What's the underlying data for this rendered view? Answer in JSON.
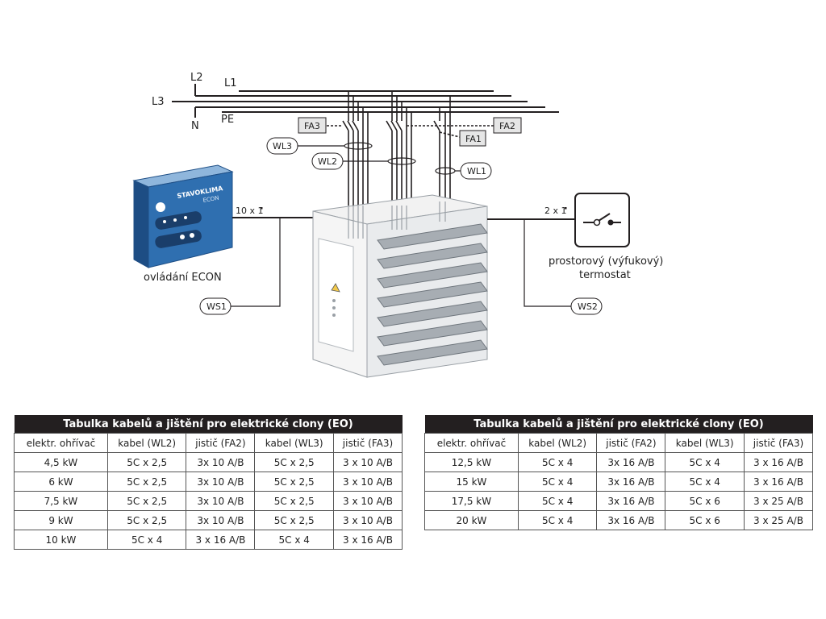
{
  "diagram": {
    "lines": {
      "l1": "L1",
      "l2": "L2",
      "l3": "L3",
      "n": "N",
      "pe": "PE"
    },
    "breakers": {
      "fa1": "FA1",
      "fa2": "FA2",
      "fa3": "FA3"
    },
    "cables": {
      "wl1": "WL1",
      "wl2": "WL2",
      "wl3": "WL3",
      "ws1": "WS1",
      "ws2": "WS2"
    },
    "cable_counts": {
      "control": "10 x 1",
      "thermostat": "2 x 1"
    },
    "controller": {
      "brand": "STAVOKLIMA",
      "model": "ECON",
      "caption": "ovládání ECON"
    },
    "thermostat": {
      "caption_line1": "prostorový (výfukový)",
      "caption_line2": "termostat"
    },
    "colors": {
      "line": "#231f20",
      "controller_blue": "#2f6fb0",
      "breaker_fill": "#e6e6e6",
      "unit_grey": "#9aa0a6"
    }
  },
  "tables": [
    {
      "title": "Tabulka kabelů a jištění pro elektrické clony (EO)",
      "headers": [
        "elektr. ohřívač",
        "kabel (WL2)",
        "jistič (FA2)",
        "kabel (WL3)",
        "jistič (FA3)"
      ],
      "rows": [
        [
          "4,5 kW",
          "5C x 2,5",
          "3x 10 A/B",
          "5C x 2,5",
          "3 x 10 A/B"
        ],
        [
          "6 kW",
          "5C x 2,5",
          "3x 10 A/B",
          "5C x 2,5",
          "3 x 10 A/B"
        ],
        [
          "7,5 kW",
          "5C x 2,5",
          "3x 10 A/B",
          "5C x 2,5",
          "3 x 10 A/B"
        ],
        [
          "9 kW",
          "5C x 2,5",
          "3x 10 A/B",
          "5C x 2,5",
          "3 x 10 A/B"
        ],
        [
          "10 kW",
          "5C x 4",
          "3 x 16 A/B",
          "5C x 4",
          "3 x 16 A/B"
        ]
      ]
    },
    {
      "title": "Tabulka kabelů a jištění pro elektrické clony (EO)",
      "headers": [
        "elektr. ohřívač",
        "kabel (WL2)",
        "jistič (FA2)",
        "kabel (WL3)",
        "jistič (FA3)"
      ],
      "rows": [
        [
          "12,5 kW",
          "5C x 4",
          "3x 16 A/B",
          "5C x 4",
          "3 x 16 A/B"
        ],
        [
          "15 kW",
          "5C x 4",
          "3x 16 A/B",
          "5C x 4",
          "3 x 16 A/B"
        ],
        [
          "17,5 kW",
          "5C x 4",
          "3x 16 A/B",
          "5C x 6",
          "3 x 25 A/B"
        ],
        [
          "20 kW",
          "5C x 4",
          "3x 16 A/B",
          "5C x 6",
          "3 x 25 A/B"
        ]
      ]
    }
  ]
}
